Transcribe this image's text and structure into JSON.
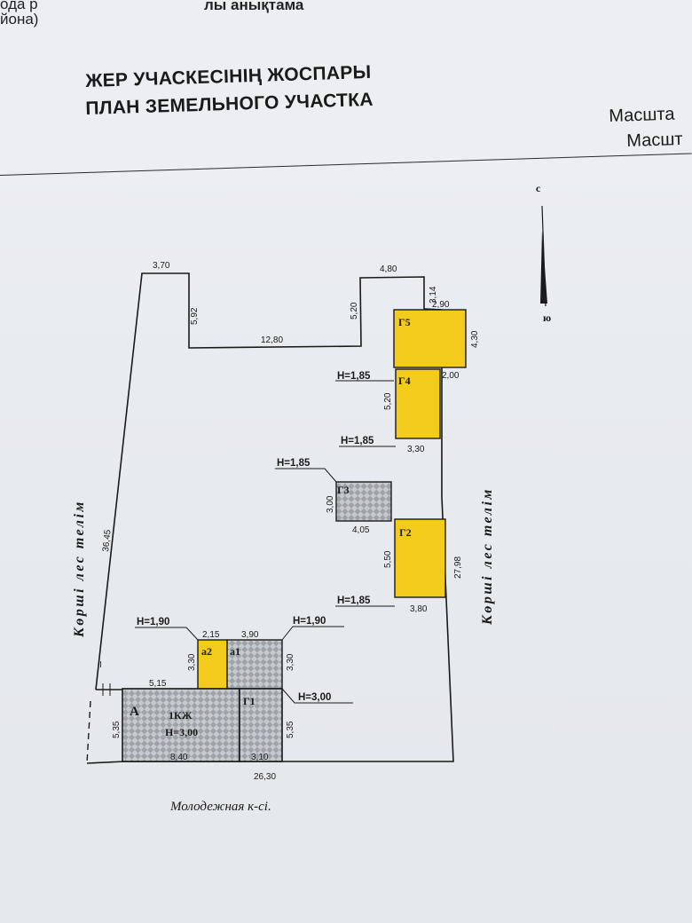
{
  "header": {
    "corner_line1": "ода р",
    "corner_line2": "йона)",
    "top_cut": "лы анықтама",
    "title_kz": "ЖЕР УЧАСКЕСІНІҢ ЖОСПАРЫ",
    "title_ru": "ПЛАН ЗЕМЕЛЬНОГО УЧАСТКА",
    "scale_kz": "Масшта",
    "scale_ru": "Масшт"
  },
  "compass": {
    "north": "с",
    "south": "ю"
  },
  "plan": {
    "street": "Молодежная к-сі.",
    "neighbor_left": "Көршi лес телiм",
    "neighbor_right": "Көршi лес телiм",
    "point_label": "I",
    "boundary_dims": {
      "top_left": "3,70",
      "notch_left": "5,92",
      "notch_bottom": "12,80",
      "notch_right": "5,20",
      "top_right": "4,80",
      "right_top": "3,14",
      "right_long": "27,98",
      "left_long": "36,45",
      "bottom": "26,30"
    },
    "buildings": {
      "g5": {
        "label": "Г5",
        "top": "2,90",
        "side": "4,30"
      },
      "g4": {
        "label": "Г4",
        "height": "H=1,85",
        "left": "5,20",
        "top": "2,00",
        "bottom": "3,30"
      },
      "g4_bottom_h": "H=1,85",
      "g3": {
        "label": "Г3",
        "height": "H=1,85",
        "left": "3,00",
        "bottom": "4,05"
      },
      "g2": {
        "label": "Г2",
        "height": "H=1,85",
        "left": "5,50",
        "bottom": "3,80"
      },
      "a2": {
        "label": "а2",
        "height": "H=1,90",
        "top": "2,15",
        "left": "3,30"
      },
      "a1": {
        "label": "а1",
        "height": "H=1,90",
        "top": "3,90",
        "right": "3,30"
      },
      "a": {
        "label": "А",
        "name": "1КЖ",
        "height": "H=3,00",
        "top": "5,15",
        "left": "5,35",
        "bottom": "8,40"
      },
      "g1": {
        "label": "Г1",
        "height": "H=3,00",
        "right": "5,35",
        "bottom": "3,10"
      }
    }
  },
  "colors": {
    "yellow": "#f2cb1d",
    "hatch": "#b8bcc2",
    "line": "#1a1a1a"
  }
}
